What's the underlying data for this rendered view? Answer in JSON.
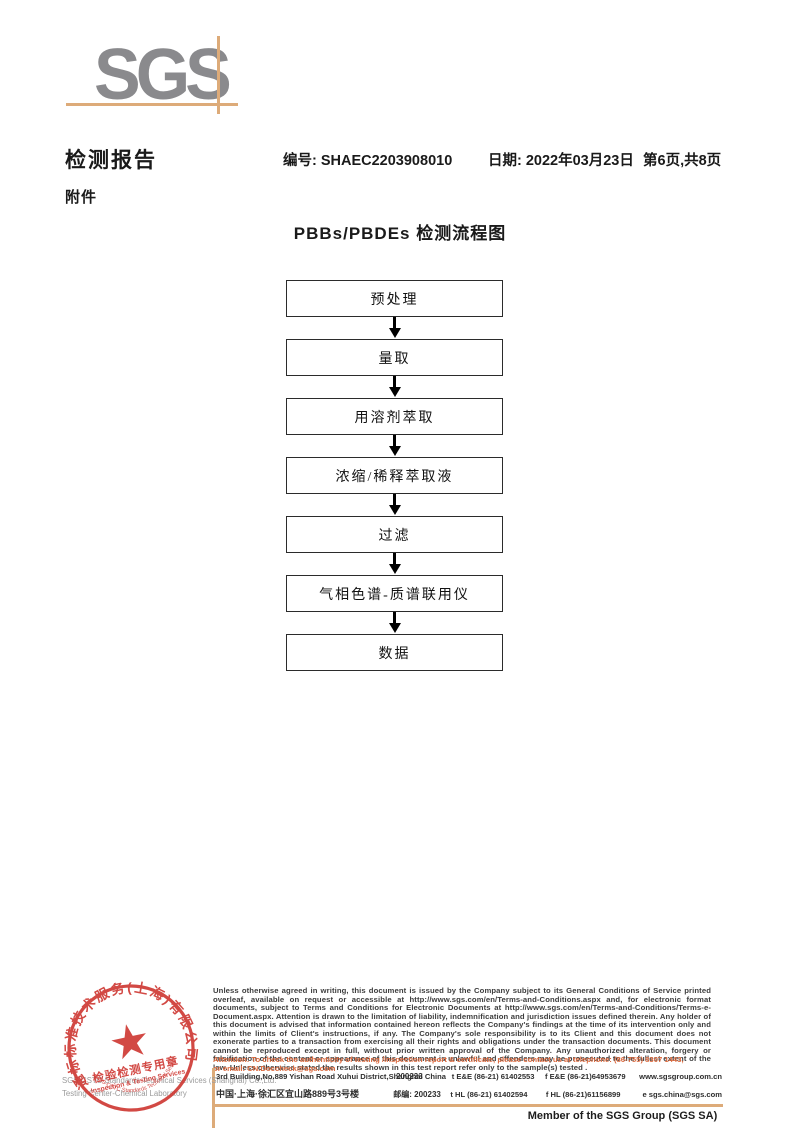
{
  "logo": {
    "text": "SGS"
  },
  "header": {
    "report_title": "检测报告",
    "report_no": "编号: SHAEC2203908010",
    "date": "日期: 2022年03月23日",
    "page_info": "第6页,共8页",
    "attachment_label": "附件"
  },
  "flowchart": {
    "title": "PBBs/PBDEs 检测流程图",
    "steps": [
      "预处理",
      "量取",
      "用溶剂萃取",
      "浓缩/稀释萃取液",
      "过滤",
      "气相色谱-质谱联用仪",
      "数据"
    ]
  },
  "stamp": {
    "arc_company_cn": "通标标准技术服务(上海)有限公司",
    "arc_company_en": "SGS-CSTC Standards Technical Services(Shanghai)Co.,Ltd.",
    "center_line1": "检验检测专用章",
    "center_line2": "Inspection & Testing Services",
    "star": "★",
    "color": "#cf3a35"
  },
  "footer": {
    "company_gray_line1": "SGS-CSTC Standards Technical Services (Shanghai) Co.,Ltd.",
    "company_gray_line2": "Testing Center-Chemical Laboratory",
    "legal_text": "Unless otherwise agreed in writing, this document is issued by the Company subject to its General Conditions of Service printed overleaf, available on request or accessible at http://www.sgs.com/en/Terms-and-Conditions.aspx and, for electronic format documents, subject to Terms and Conditions for Electronic Documents at http://www.sgs.com/en/Terms-and-Conditions/Terms-e-Document.aspx. Attention is drawn to the limitation of liability, indemnification and jurisdiction issues defined therein. Any holder of this document is advised that information contained hereon reflects the Company's findings at the time of its intervention only and within the limits of Client's instructions, if any. The Company's sole responsibility is to its Client and this document does not exonerate parties to a transaction from exercising all their rights and obligations under the transaction documents. This document cannot be reproduced except in full, without prior written approval of the Company. Any unauthorized alteration, forgery or falsification of the content or appearance of this document is unlawful and offenders may be prosecuted to the fullest extent of the law. Unless otherwise stated the results shown in this test report refer only to the sample(s) tested .",
    "attention_line1": "Attention: To check the authenticity of testing /inspection report & certificate, please contact us at telephone: (86-755) 8307 1443,",
    "attention_line2": "or email: CN.Doccheck@sgs.com",
    "address_en": "3rd Building,No.889 Yishan Road Xuhui District,Shanghai China",
    "postcode_en": "200233",
    "address_cn": "中国·上海·徐汇区宜山路889号3号楼",
    "postcode_cn": "邮编: 200233",
    "tel1": "t E&E (86-21) 61402553",
    "fax1": "f E&E (86-21)64953679",
    "web": "www.sgsgroup.com.cn",
    "tel2": "t HL (86-21) 61402594",
    "fax2": "f HL (86-21)61156899",
    "email": "e  sgs.china@sgs.com",
    "member_text": "Member of the SGS Group (SGS SA)"
  },
  "colors": {
    "accent_tan": "#ddab79",
    "stamp_red": "#cf3a35",
    "attention_orange": "#dd6a3e",
    "logo_gray": "#8a8a8d"
  }
}
